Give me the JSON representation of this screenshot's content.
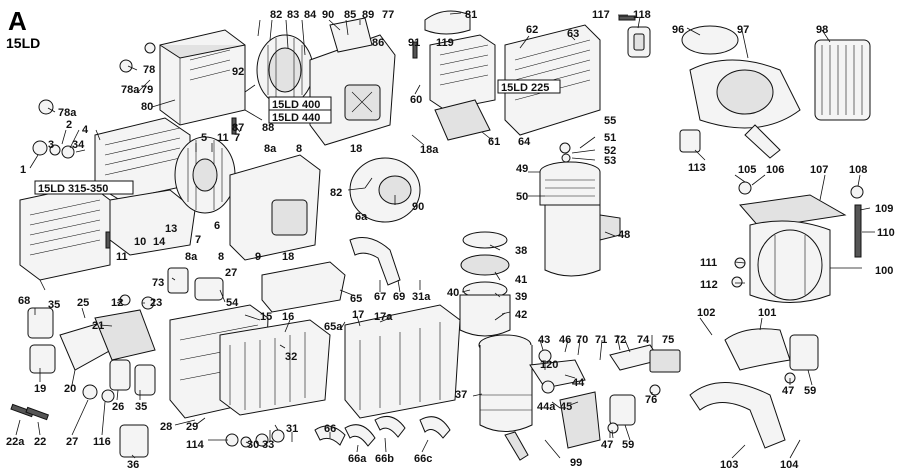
{
  "header": {
    "section_letter": "A",
    "section_model": "15LD"
  },
  "boxed_labels": {
    "ld400": "15LD 400",
    "ld440": "15LD 440",
    "ld225": "15LD 225",
    "ld315_350": "15LD 315-350"
  },
  "callouts": {
    "c82": "82",
    "c83": "83",
    "c84": "84",
    "c90a": "90",
    "c85": "85",
    "c89": "89",
    "c77": "77",
    "c81": "81",
    "c86": "86",
    "c91": "91",
    "c119": "119",
    "c117": "117",
    "c118": "118",
    "c96": "96",
    "c97": "97",
    "c98": "98",
    "c78": "78",
    "c78a": "78a",
    "c79": "79",
    "c92": "92",
    "c80": "80",
    "c88": "88",
    "c87": "87",
    "c62": "62",
    "c63": "63",
    "c60": "60",
    "c64": "64",
    "c55": "55",
    "c61": "61",
    "c18a": "18a",
    "c78a2": "78a",
    "c2": "2",
    "c3": "3",
    "c34": "34",
    "c1": "1",
    "c4": "4",
    "c5": "5",
    "c11a": "11",
    "c7a": "7",
    "c8a": "8a",
    "c8": "8",
    "c18": "18",
    "c51": "51",
    "c52": "52",
    "c53": "53",
    "c113": "113",
    "c105": "105",
    "c106": "106",
    "c107": "107",
    "c108": "108",
    "c109": "109",
    "c49": "49",
    "c50": "50",
    "c82b": "82",
    "c90b": "90",
    "c6a": "6a",
    "c6": "6",
    "c7b": "7",
    "c13": "13",
    "c48": "48",
    "c110": "110",
    "c11b": "11",
    "c10": "10",
    "c14": "14",
    "c8a2": "8a",
    "c8b": "8",
    "c9": "9",
    "c18b": "18",
    "c38": "38",
    "c41": "41",
    "c111": "111",
    "c100": "100",
    "c112": "112",
    "c73": "73",
    "c27a": "27",
    "c54": "54",
    "c67": "67",
    "c69": "69",
    "c31a": "31a",
    "c40": "40",
    "c39": "39",
    "c68": "68",
    "c35a": "35",
    "c25": "25",
    "c12": "12",
    "c23": "23",
    "c21": "21",
    "c65": "65",
    "c15": "15",
    "c16": "16",
    "c17a": "17a",
    "c65a": "65a",
    "c17": "17",
    "c42": "42",
    "c43": "43",
    "c46": "46",
    "c70": "70",
    "c71": "71",
    "c72": "72",
    "c74": "74",
    "c75": "75",
    "c102": "102",
    "c101": "101",
    "c20": "20",
    "c19": "19",
    "c26": "26",
    "c35b": "35",
    "c32": "32",
    "c120": "120",
    "c36": "36",
    "c44": "44",
    "c37": "37",
    "c44a": "44a",
    "c45": "45",
    "c47a": "47",
    "c76": "76",
    "c47b": "47",
    "c59a": "59",
    "c59b": "59",
    "c22a": "22a",
    "c22": "22",
    "c27b": "27",
    "c116": "116",
    "c28": "28",
    "c29": "29",
    "c114": "114",
    "c30": "30",
    "c31": "31",
    "c33": "33",
    "c66": "66",
    "c66a": "66a",
    "c66b": "66b",
    "c66c": "66c",
    "c99": "99",
    "c103": "103",
    "c104": "104"
  }
}
